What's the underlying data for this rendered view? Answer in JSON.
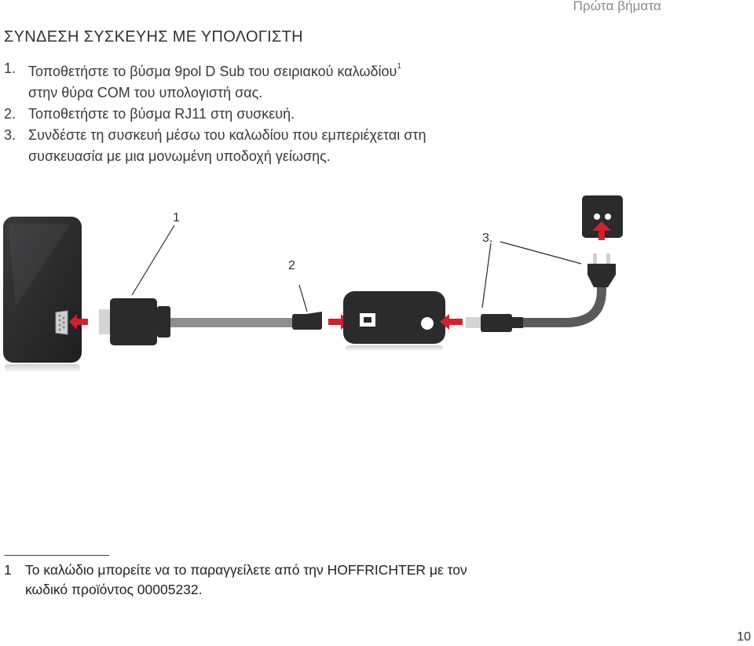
{
  "header": {
    "section": "Πρώτα βήματα"
  },
  "title": "ΣΥΝΔΕΣΗ ΣΥΣΚΕΥΗΣ ΜΕ ΥΠΟΛΟΓΙΣΤΗ",
  "steps": [
    {
      "num": "1.",
      "text": "Τοποθετήστε το βύσμα 9pol D Sub του σειριακού καλωδίου",
      "sup": "1",
      "text_cont": "στην θύρα COM του υπολογιστή σας."
    },
    {
      "num": "2.",
      "text": "Τοποθετήστε το βύσμα RJ11  στη συσκευή."
    },
    {
      "num": "3.",
      "text": "Συνδέστε τη συσκευή μέσω του καλωδίου που εμπεριέχεται στη συσκευασία με μια μονωμένη υποδοχή γείωσης."
    }
  ],
  "diagram": {
    "labels": {
      "one": "1",
      "two": "2",
      "three": "3."
    },
    "colors": {
      "arrow": "#d2202f",
      "device": "#2b2b2d",
      "cable": "#8e8e8e",
      "cable_dark": "#5a5a5a"
    }
  },
  "footnote": {
    "num": "1",
    "text": "Το καλώδιο μπορείτε να το παραγγείλετε από την HOFFRICHTER με τον κωδικό προϊόντος 00005232."
  },
  "page_number": "10"
}
